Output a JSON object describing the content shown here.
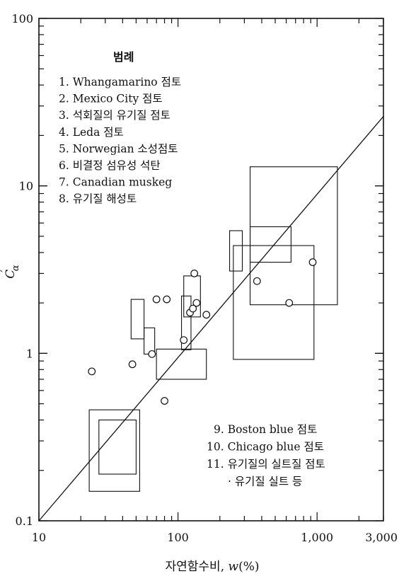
{
  "chart_data": {
    "type": "scatter",
    "xlabel_text": "자연함수비, ",
    "xlabel_var": "w",
    "xlabel_unit": "(%)",
    "ylabel": "C",
    "ylabel_sub": "α",
    "ylabel_prime": "′",
    "xscale": "log",
    "yscale": "log",
    "xlim": [
      10,
      3000
    ],
    "ylim": [
      0.1,
      100
    ],
    "x_ticks": [
      {
        "value": 10,
        "label": "10"
      },
      {
        "value": 100,
        "label": "100"
      },
      {
        "value": 1000,
        "label": "1,000"
      },
      {
        "value": 3000,
        "label": "3,000"
      }
    ],
    "y_ticks": [
      {
        "value": 0.1,
        "label": "0.1"
      },
      {
        "value": 1,
        "label": "1"
      },
      {
        "value": 10,
        "label": "10"
      },
      {
        "value": 100,
        "label": "100"
      }
    ],
    "legend_title": "범례",
    "legend_placement": "top-left",
    "legend_items": [
      "1. Whangamarino 점토",
      "2. Mexico City 점토",
      "3. 석회질의 유기질 점토",
      "4. Leda 점토",
      "5. Norwegian 소성점토",
      "6. 비결정 섬유성 석탄",
      "7. Canadian muskeg",
      "8. 유기질 해성토"
    ],
    "legend2_placement": "bottom-right",
    "legend2_items": [
      "9. Boston blue 점토",
      "10. Chicago blue 점토",
      "11. 유기질의 실트질 점토",
      "· 유기질 실트 등"
    ],
    "ranges": [
      {
        "x": [
          23,
          53
        ],
        "y": [
          0.15,
          0.46
        ]
      },
      {
        "x": [
          27,
          50
        ],
        "y": [
          0.19,
          0.4
        ]
      },
      {
        "x": [
          46,
          57
        ],
        "y": [
          1.22,
          2.1
        ]
      },
      {
        "x": [
          57,
          68
        ],
        "y": [
          0.99,
          1.42
        ]
      },
      {
        "x": [
          70,
          160
        ],
        "y": [
          0.7,
          1.06
        ]
      },
      {
        "x": [
          106,
          124
        ],
        "y": [
          1.05,
          2.2
        ]
      },
      {
        "x": [
          110,
          145
        ],
        "y": [
          1.65,
          2.9
        ]
      },
      {
        "x": [
          235,
          290
        ],
        "y": [
          3.1,
          5.4
        ]
      },
      {
        "x": [
          250,
          950
        ],
        "y": [
          0.92,
          4.4
        ]
      },
      {
        "x": [
          330,
          650
        ],
        "y": [
          3.5,
          5.7
        ]
      },
      {
        "x": [
          330,
          1400
        ],
        "y": [
          1.95,
          13
        ]
      }
    ],
    "points": [
      {
        "x": 24,
        "y": 0.78
      },
      {
        "x": 47,
        "y": 0.86
      },
      {
        "x": 65,
        "y": 0.99
      },
      {
        "x": 70,
        "y": 2.1
      },
      {
        "x": 80,
        "y": 0.52
      },
      {
        "x": 83,
        "y": 2.1
      },
      {
        "x": 110,
        "y": 1.2
      },
      {
        "x": 122,
        "y": 1.75
      },
      {
        "x": 128,
        "y": 1.85
      },
      {
        "x": 131,
        "y": 3.0
      },
      {
        "x": 136,
        "y": 2.0
      },
      {
        "x": 160,
        "y": 1.7
      },
      {
        "x": 370,
        "y": 2.7
      },
      {
        "x": 630,
        "y": 2.0
      },
      {
        "x": 930,
        "y": 3.5
      }
    ],
    "fit_line": [
      {
        "x": 10,
        "y": 0.1
      },
      {
        "x": 3000,
        "y": 26
      }
    ]
  }
}
